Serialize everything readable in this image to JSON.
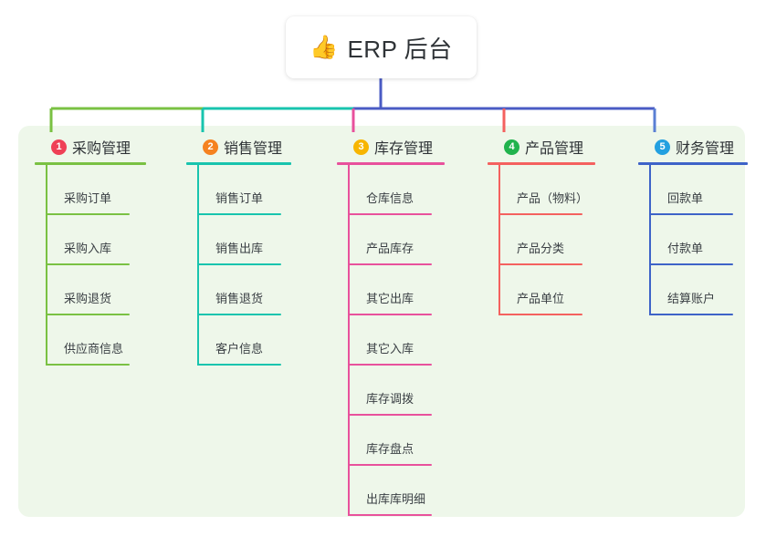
{
  "root": {
    "icon": "thumbs-up-icon",
    "emoji": "👍",
    "title": "ERP 后台"
  },
  "panel": {
    "background_color": "#eef7ea"
  },
  "connector_colors": {
    "root_stem": "#4a5bc4",
    "bus_segment_1": "#7ac143",
    "bus_segment_2": "#18c4ae",
    "bus_segment_3": "#4a5bc4",
    "drop_1": "#7ac143",
    "drop_2": "#18c4ae",
    "drop_3": "#e8519c",
    "drop_4": "#f4615f",
    "drop_5": "#5a7fd4"
  },
  "columns": [
    {
      "number": "1",
      "title": "采购管理",
      "badge_color": "#ef4056",
      "line_color": "#7ac143",
      "rule_width": 122,
      "items": [
        {
          "label": "采购订单"
        },
        {
          "label": "采购入库"
        },
        {
          "label": "采购退货"
        },
        {
          "label": "供应商信息"
        }
      ]
    },
    {
      "number": "2",
      "title": "销售管理",
      "badge_color": "#f58220",
      "line_color": "#18c4ae",
      "rule_width": 115,
      "items": [
        {
          "label": "销售订单"
        },
        {
          "label": "销售出库"
        },
        {
          "label": "销售退货"
        },
        {
          "label": "客户信息"
        }
      ]
    },
    {
      "number": "3",
      "title": "库存管理",
      "badge_color": "#f7b500",
      "line_color": "#e8519c",
      "rule_width": 118,
      "items": [
        {
          "label": "仓库信息"
        },
        {
          "label": "产品库存"
        },
        {
          "label": "其它出库"
        },
        {
          "label": "其它入库"
        },
        {
          "label": "库存调拨"
        },
        {
          "label": "库存盘点"
        },
        {
          "label": "出库库明细"
        }
      ]
    },
    {
      "number": "4",
      "title": "产品管理",
      "badge_color": "#21b34d",
      "line_color": "#f4615f",
      "rule_width": 118,
      "items": [
        {
          "label": "产品（物料）"
        },
        {
          "label": "产品分类"
        },
        {
          "label": "产品单位"
        }
      ]
    },
    {
      "number": "5",
      "title": "财务管理",
      "badge_color": "#23a0e0",
      "line_color": "#3e63c8",
      "rule_width": 120,
      "items": [
        {
          "label": "回款单"
        },
        {
          "label": "付款单"
        },
        {
          "label": "结算账户"
        }
      ]
    }
  ]
}
